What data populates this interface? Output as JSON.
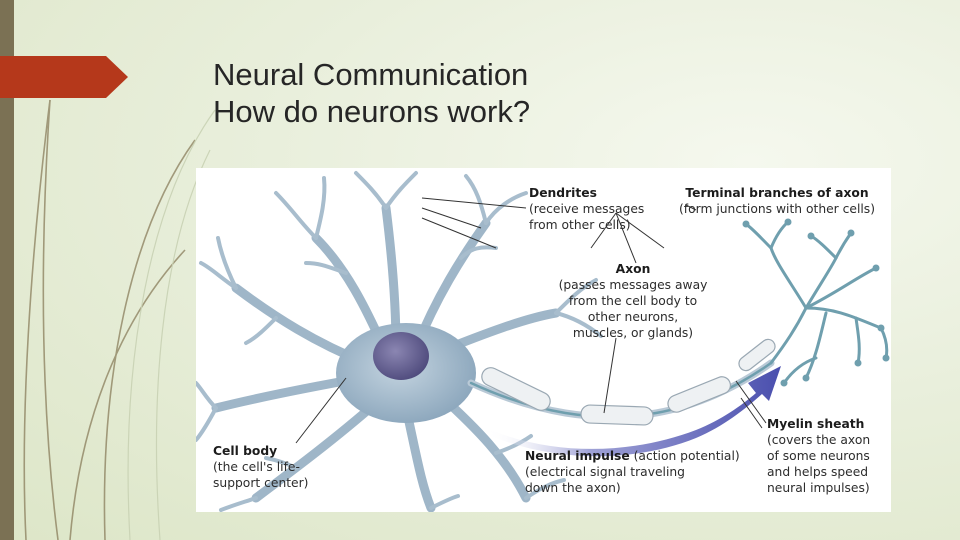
{
  "slide": {
    "title_line1": "Neural Communication",
    "title_line2": "How do neurons work?"
  },
  "theme": {
    "accent": "#b5381b",
    "strip": "#7b7154",
    "background": "#e9efdc"
  },
  "diagram": {
    "dendrites": {
      "title": "Dendrites",
      "lines": [
        "(receive messages",
        "from other cells)"
      ]
    },
    "terminal": {
      "title": "Terminal branches of axon",
      "lines": [
        "(form junctions with other cells)"
      ]
    },
    "axon": {
      "title": "Axon",
      "lines": [
        "(passes messages away",
        "from the cell body to",
        "other neurons,",
        "muscles, or glands)"
      ]
    },
    "cell_body": {
      "title": "Cell body",
      "lines": [
        "(the cell's life-",
        "support center)"
      ]
    },
    "impulse": {
      "title": "Neural impulse",
      "title_suffix": " (action potential)",
      "lines": [
        "(electrical signal traveling",
        "down the axon)"
      ]
    },
    "myelin": {
      "title": "Myelin sheath",
      "lines": [
        "(covers the axon",
        "of some neurons",
        "and helps speed",
        "neural impulses)"
      ]
    }
  }
}
